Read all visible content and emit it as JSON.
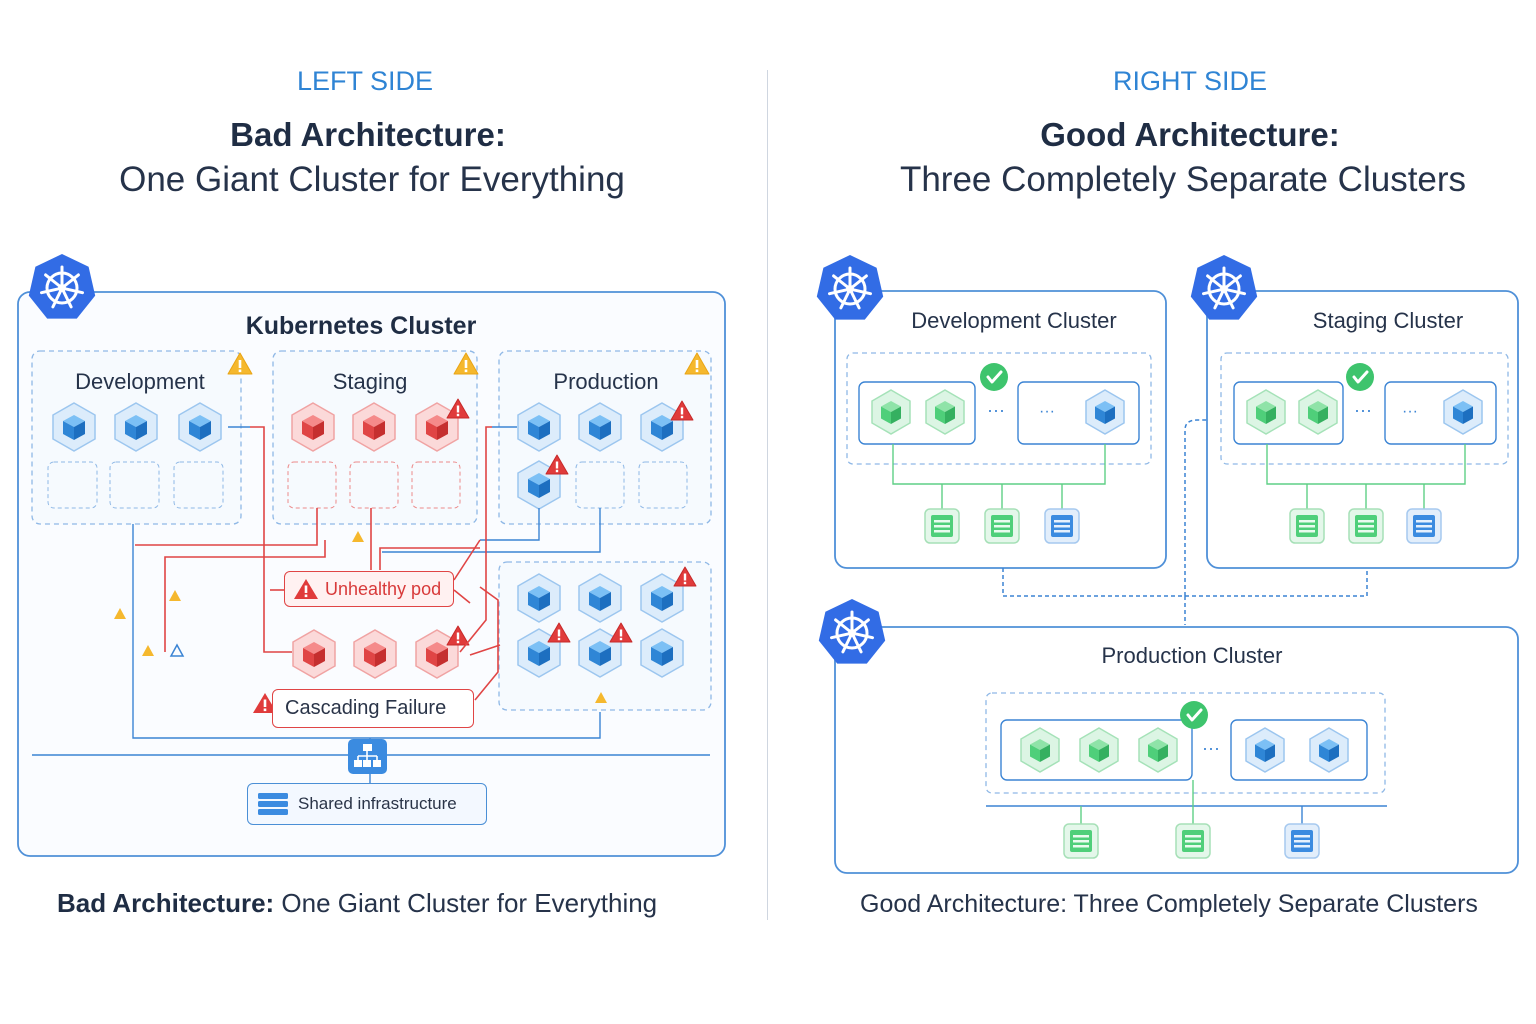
{
  "left": {
    "side_label": "LEFT SIDE",
    "title": "Bad Architecture:",
    "subtitle": "One Giant Cluster for Everything",
    "cluster_label": "Kubernetes Cluster",
    "env_labels": [
      "Development",
      "Staging",
      "Production"
    ],
    "unhealthy_label": "Unhealthy pod",
    "cascade_label": "Cascading Failure",
    "infra_label": "Shared infrastructure",
    "caption_bold": "Bad Architecture:",
    "caption_rest": " One Giant Cluster for Everything"
  },
  "right": {
    "side_label": "RIGHT SIDE",
    "title": "Good Architecture:",
    "subtitle": "Three Completely Separate Clusters",
    "dev_label": "Development Cluster",
    "staging_label": "Staging Cluster",
    "prod_label": "Production Cluster",
    "caption": "Good Architecture: Three Completely Separate Clusters"
  },
  "icons": {
    "k8s": "kubernetes-helm-icon",
    "warning": "warning-triangle-icon",
    "check": "check-circle-icon",
    "pod": "cube-icon",
    "server": "server-stack-icon",
    "network": "network-hub-icon"
  },
  "colors": {
    "accent_blue": "#2f84d4",
    "k8s_blue": "#326ce5",
    "healthy_green": "#4fcf7a",
    "error_red": "#e04545",
    "warning_yellow": "#f5b82e"
  }
}
